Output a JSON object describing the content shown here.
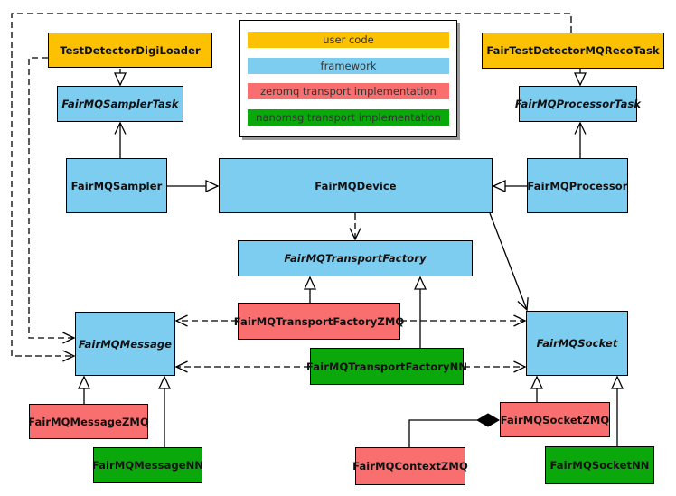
{
  "colors": {
    "user_code": "#FDC104",
    "framework": "#7DCDF0",
    "zeromq": "#F96F6F",
    "nanomsg": "#0BA80B"
  },
  "legend": {
    "items": [
      {
        "label": "user code",
        "type": "user_code"
      },
      {
        "label": "framework",
        "type": "framework"
      },
      {
        "label": "zeromq transport implementation",
        "type": "zeromq"
      },
      {
        "label": "nanomsg transport implementation",
        "type": "nanomsg"
      }
    ]
  },
  "nodes": {
    "testDetectorDigiLoader": {
      "label": "TestDetectorDigiLoader",
      "type": "user_code",
      "abstract": false
    },
    "fairTestDetectorMQRecoTask": {
      "label": "FairTestDetectorMQRecoTask",
      "type": "user_code",
      "abstract": false
    },
    "fairMQSamplerTask": {
      "label": "FairMQSamplerTask",
      "type": "framework",
      "abstract": true
    },
    "fairMQProcessorTask": {
      "label": "FairMQProcessorTask",
      "type": "framework",
      "abstract": true
    },
    "fairMQSampler": {
      "label": "FairMQSampler",
      "type": "framework",
      "abstract": false
    },
    "fairMQDevice": {
      "label": "FairMQDevice",
      "type": "framework",
      "abstract": false
    },
    "fairMQProcessor": {
      "label": "FairMQProcessor",
      "type": "framework",
      "abstract": false
    },
    "fairMQTransportFactory": {
      "label": "FairMQTransportFactory",
      "type": "framework",
      "abstract": true
    },
    "fairMQTransportFactoryZMQ": {
      "label": "FairMQTransportFactoryZMQ",
      "type": "zeromq",
      "abstract": false
    },
    "fairMQTransportFactoryNN": {
      "label": "FairMQTransportFactoryNN",
      "type": "nanomsg",
      "abstract": false
    },
    "fairMQMessage": {
      "label": "FairMQMessage",
      "type": "framework",
      "abstract": true
    },
    "fairMQSocket": {
      "label": "FairMQSocket",
      "type": "framework",
      "abstract": true
    },
    "fairMQMessageZMQ": {
      "label": "FairMQMessageZMQ",
      "type": "zeromq",
      "abstract": false
    },
    "fairMQMessageNN": {
      "label": "FairMQMessageNN",
      "type": "nanomsg",
      "abstract": false
    },
    "fairMQSocketZMQ": {
      "label": "FairMQSocketZMQ",
      "type": "zeromq",
      "abstract": false
    },
    "fairMQSocketNN": {
      "label": "FairMQSocketNN",
      "type": "nanomsg",
      "abstract": false
    },
    "fairMQContextZMQ": {
      "label": "FairMQContextZMQ",
      "type": "zeromq",
      "abstract": false
    }
  }
}
